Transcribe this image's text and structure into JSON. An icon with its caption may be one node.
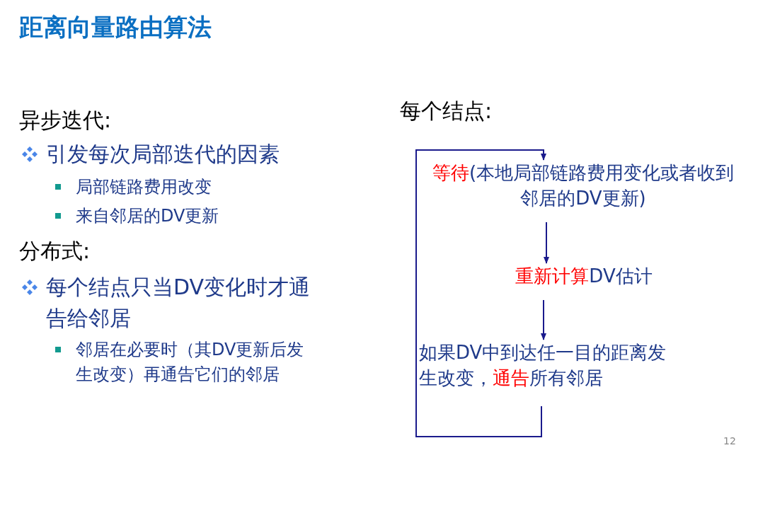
{
  "diagram": {
    "title": "距离向量路由算法",
    "nodes": [
      {
        "text": [
          "等待",
          "(本地局部链路费用变化或者收到邻居的DV更新)"
        ]
      },
      {
        "text": [
          "重新计算",
          "DV估计"
        ]
      },
      {
        "text": [
          "如果DV中到达任一目的距离发生改变，",
          "通告",
          "所有邻居"
        ]
      }
    ],
    "edges": [
      {
        "from": 0,
        "to": 1,
        "arrow": "to"
      },
      {
        "from": 1,
        "to": 2,
        "arrow": "to"
      },
      {
        "from": 2,
        "to": 0,
        "arrow": "to"
      }
    ],
    "labels": [
      "异步迭代:",
      "引发每次局部迭代的因素",
      "局部链路费用改变",
      "来自邻居的DV更新",
      "分布式:",
      "每个结点只当DV变化时才通告给邻居",
      "邻居在必要时（其DV更新后发生改变）再通告它们的邻居",
      "每个结点:",
      "12"
    ]
  }
}
